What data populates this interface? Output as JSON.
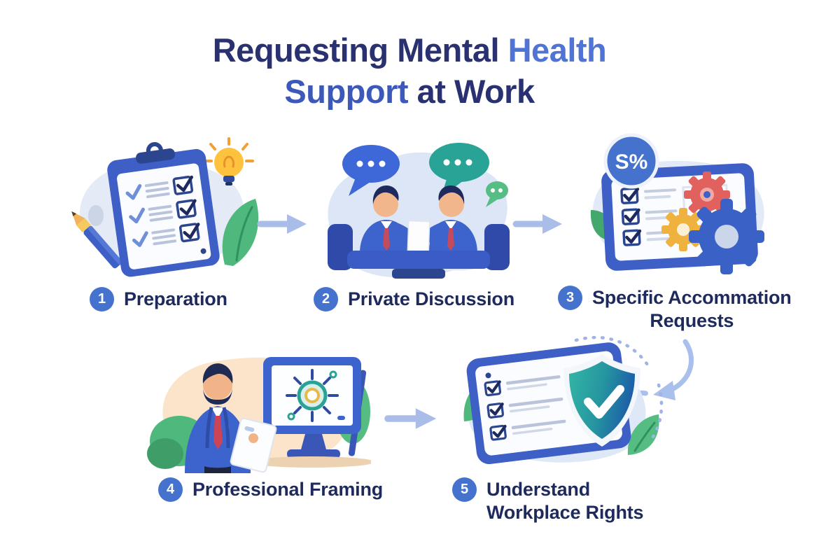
{
  "title": {
    "segments": [
      {
        "text": "Requesting Mental ",
        "color": "#2a3170"
      },
      {
        "text": "Health",
        "color": "#4f74d4"
      },
      {
        "text": "Support",
        "color": "#3c58b8"
      },
      {
        "text": " at Work",
        "color": "#2a3170"
      }
    ]
  },
  "steps": [
    {
      "number": "1",
      "label": "Preparation",
      "illustration": "clipboard-checklist-with-lightbulb-pencil-leaf"
    },
    {
      "number": "2",
      "label": "Private Discussion",
      "illustration": "two-people-talking-at-table-with-speech-bubbles"
    },
    {
      "number": "3",
      "label": "Specific Accommation Requests",
      "label_lines": [
        "Specific Accommation",
        "Requests"
      ],
      "badge_icon_text": "S%",
      "illustration": "document-checklist-with-gears"
    },
    {
      "number": "4",
      "label": "Professional Framing",
      "illustration": "man-presenting-at-monitor-with-gear-diagram"
    },
    {
      "number": "5",
      "label": "Understand Workplace Rights",
      "label_lines": [
        "Understand",
        "Workplace Rights"
      ],
      "illustration": "document-checklist-with-shield-checkmark"
    }
  ],
  "connectors": {
    "arrow_1_to_2": "right-arrow",
    "arrow_2_to_3": "right-arrow",
    "arrow_4_to_5": "right-arrow",
    "arrow_3_to_5": "curved-dashed-arrow"
  },
  "colors": {
    "background": "#ffffff",
    "title_navy": "#2a3170",
    "title_health_blue": "#4f74d4",
    "title_support_blue": "#3c58b8",
    "label_navy": "#1e2a5c",
    "badge_blue": "#4472cc",
    "flow_arrow_blue": "#a9bde8",
    "illustration_blue": "#3d5fc6",
    "illustration_dark_blue": "#2c458f",
    "teal": "#28a396",
    "green_leaf": "#4fb87d",
    "lightbulb_yellow": "#ffc23e",
    "peach_blob": "#fbe4ca",
    "light_blue_blob": "#e2e9f7",
    "skin": "#f2b68c",
    "tie_red": "#cc4455",
    "gear_coral": "#e0615e",
    "gear_yellow": "#f0b23e",
    "gear_blue": "#3a62c6"
  }
}
